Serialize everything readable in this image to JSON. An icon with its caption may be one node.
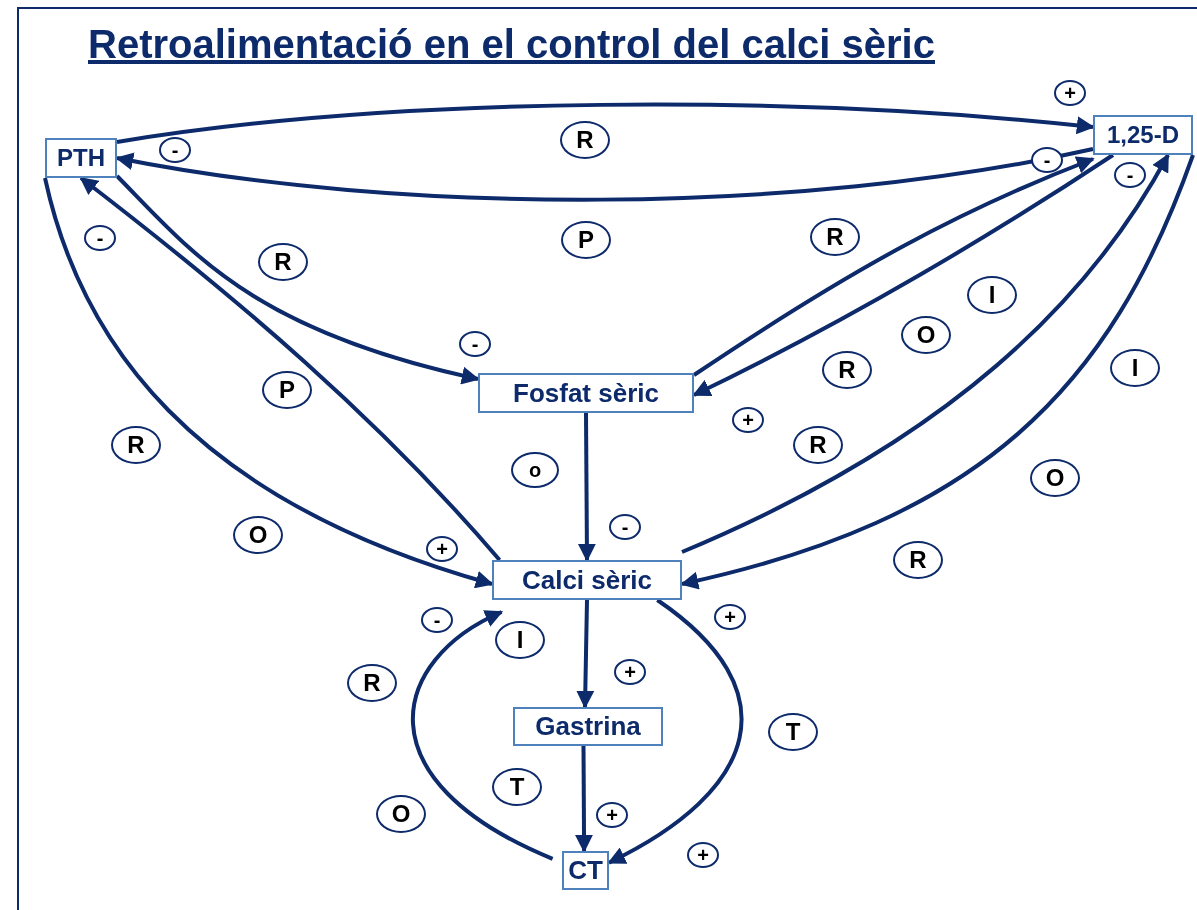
{
  "diagram": {
    "title": "Retroalimentació en el control del calci sèric",
    "nodes": [
      {
        "text": [
          "PTH"
        ]
      },
      {
        "text": [
          "1,25-D"
        ]
      },
      {
        "text": [
          "Fosfat sèric"
        ]
      },
      {
        "text": [
          "Calci sèric"
        ]
      },
      {
        "text": [
          "Gastrina"
        ]
      },
      {
        "text": [
          "CT"
        ]
      }
    ],
    "edges": [
      {
        "from": 0,
        "to": 1,
        "arrow": "to"
      },
      {
        "from": 1,
        "to": 0,
        "arrow": "to"
      },
      {
        "from": 0,
        "to": 2,
        "arrow": "to"
      },
      {
        "from": 3,
        "to": 0,
        "arrow": "to"
      },
      {
        "from": 0,
        "to": 3,
        "arrow": "to"
      },
      {
        "from": 2,
        "to": 1,
        "arrow": "to"
      },
      {
        "from": 1,
        "to": 2,
        "arrow": "to"
      },
      {
        "from": 2,
        "to": 3,
        "arrow": "to"
      },
      {
        "from": 3,
        "to": 1,
        "arrow": "to"
      },
      {
        "from": 1,
        "to": 3,
        "arrow": "to"
      },
      {
        "from": 3,
        "to": 4,
        "arrow": "to"
      },
      {
        "from": 4,
        "to": 5,
        "arrow": "to"
      },
      {
        "from": 3,
        "to": 5,
        "arrow": "to"
      },
      {
        "from": 5,
        "to": 3,
        "arrow": "to"
      }
    ],
    "labels": [
      "+",
      "R",
      "-",
      "-",
      "-",
      "-",
      "P",
      "R",
      "R",
      "I",
      "O",
      "-",
      "R",
      "I",
      "P",
      "+",
      "R",
      "R",
      "o",
      "O",
      "-",
      "O",
      "+",
      "R",
      "+",
      "-",
      "I",
      "+",
      "R",
      "T",
      "T",
      "O",
      "+",
      "+"
    ]
  }
}
